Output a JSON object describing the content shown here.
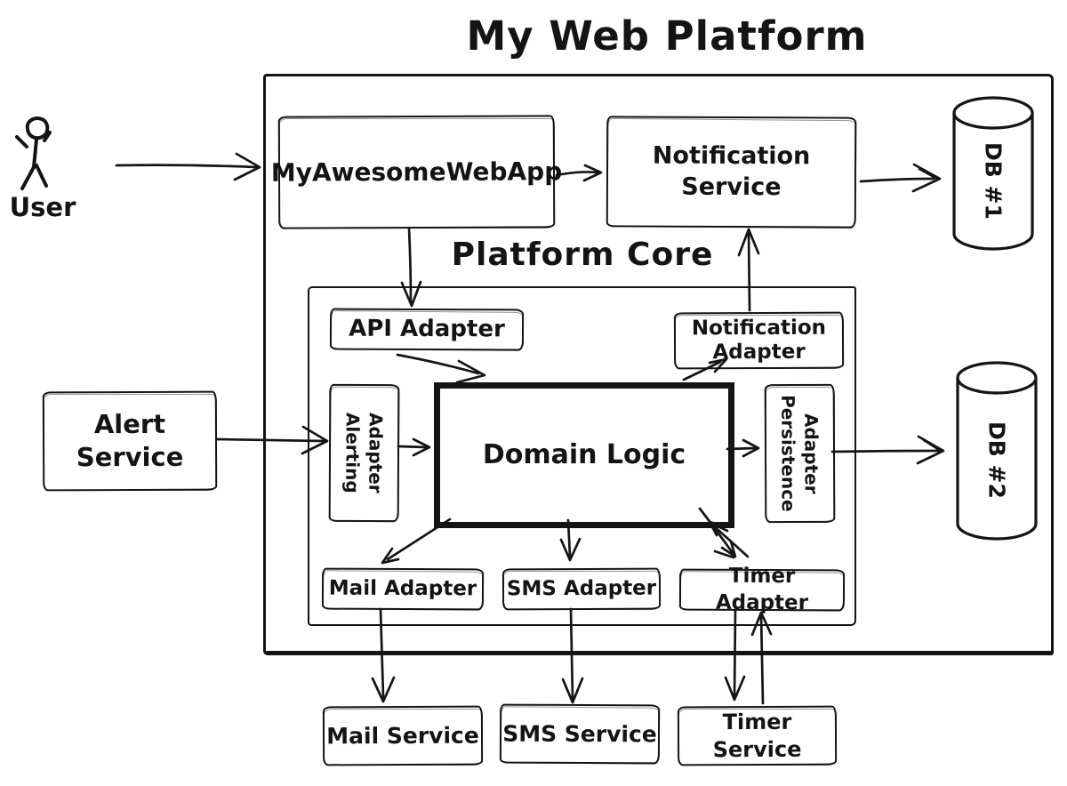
{
  "containers": {
    "platform": {
      "label": "My Web Platform"
    },
    "core": {
      "label": "Platform Core"
    }
  },
  "actors": {
    "user": {
      "label": "User"
    }
  },
  "nodes": {
    "web_app": {
      "label": "MyAwesomeWebApp"
    },
    "notification_service": {
      "label": "Notification Service"
    },
    "db1": {
      "label": "DB #1"
    },
    "db2": {
      "label": "DB #2"
    },
    "alert_service": {
      "label": "Alert Service"
    },
    "api_adapter": {
      "label": "API Adapter"
    },
    "notification_adapter": {
      "label": "Notification Adapter"
    },
    "alerting_adapter": {
      "label": "Alerting Adapter"
    },
    "domain_logic": {
      "label": "Domain Logic"
    },
    "persistence_adapter": {
      "label": "Persistence Adapter"
    },
    "mail_adapter": {
      "label": "Mail Adapter"
    },
    "sms_adapter": {
      "label": "SMS Adapter"
    },
    "timer_adapter": {
      "label": "Timer Adapter"
    },
    "mail_service": {
      "label": "Mail Service"
    },
    "sms_service": {
      "label": "SMS Service"
    },
    "timer_service": {
      "label": "Timer Service"
    }
  },
  "edges": [
    {
      "from": "User",
      "to": "MyAwesomeWebApp"
    },
    {
      "from": "MyAwesomeWebApp",
      "to": "Notification Service"
    },
    {
      "from": "Notification Service",
      "to": "DB #1"
    },
    {
      "from": "MyAwesomeWebApp",
      "to": "API Adapter"
    },
    {
      "from": "Notification Adapter",
      "to": "Notification Service"
    },
    {
      "from": "API Adapter",
      "to": "Domain Logic"
    },
    {
      "from": "Alert Service",
      "to": "Alerting Adapter"
    },
    {
      "from": "Alerting Adapter",
      "to": "Domain Logic"
    },
    {
      "from": "Domain Logic",
      "to": "Notification Adapter"
    },
    {
      "from": "Domain Logic",
      "to": "Persistence Adapter"
    },
    {
      "from": "Persistence Adapter",
      "to": "DB #2"
    },
    {
      "from": "Domain Logic",
      "to": "Mail Adapter"
    },
    {
      "from": "Domain Logic",
      "to": "SMS Adapter"
    },
    {
      "from": "Domain Logic",
      "to": "Timer Adapter"
    },
    {
      "from": "Timer Adapter",
      "to": "Domain Logic"
    },
    {
      "from": "Mail Adapter",
      "to": "Mail Service"
    },
    {
      "from": "SMS Adapter",
      "to": "SMS Service"
    },
    {
      "from": "Timer Adapter",
      "to": "Timer Service"
    },
    {
      "from": "Timer Service",
      "to": "Timer Adapter"
    }
  ],
  "colors": {
    "ink": "#141414",
    "background": "#ffffff"
  }
}
